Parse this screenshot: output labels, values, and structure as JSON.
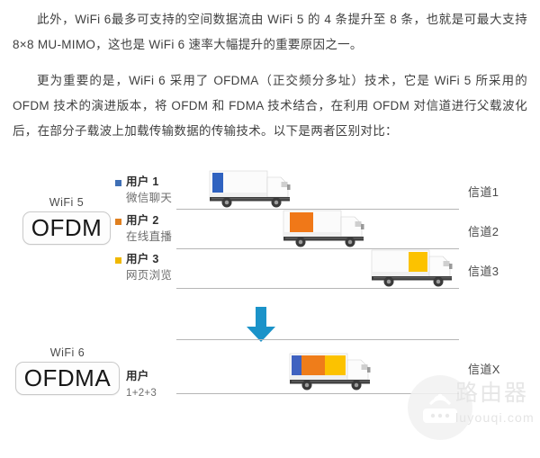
{
  "article": {
    "paragraphs": [
      "此外，WiFi 6最多可支持的空间数据流由 WiFi 5 的 4 条提升至 8 条，也就是可最大支持 8×8 MU-MIMO，这也是 WiFi 6 速率大幅提升的重要原因之一。",
      "更为重要的是，WiFi 6 采用了 OFDMA（正交频分多址）技术，它是 WiFi 5 所采用的 OFDM 技术的演进版本，将 OFDM 和 FDMA 技术结合，在利用 OFDM 对信道进行父载波化后，在部分子载波上加载传输数据的传输技术。以下是两者区别对比："
    ]
  },
  "figure": {
    "wifi5": {
      "caption": "WiFi 5",
      "badge": "OFDM",
      "legend": [
        {
          "color": "#3f6fb5",
          "title": "用户 1",
          "sub": "微信聊天"
        },
        {
          "color": "#e08020",
          "title": "用户 2",
          "sub": "在线直播"
        },
        {
          "color": "#f0b800",
          "title": "用户 3",
          "sub": "网页浏览"
        }
      ],
      "channels": [
        {
          "label": "信道1",
          "cargo": [
            "#2f62c0"
          ]
        },
        {
          "label": "信道2",
          "cargo": [
            "#f07818"
          ]
        },
        {
          "label": "信道3",
          "cargo": [
            "#fcc200"
          ]
        }
      ]
    },
    "arrow": {
      "name": "down-arrow",
      "color": "#1b93c9"
    },
    "wifi6": {
      "caption": "WiFi 6",
      "badge": "OFDMA",
      "legend": [
        {
          "title": "用户",
          "sub": "1+2+3"
        }
      ],
      "channels": [
        {
          "label": "信道X",
          "cargo": [
            "#3f62c0",
            "#ef7d1a",
            "#fcc200"
          ]
        }
      ]
    }
  },
  "watermark": {
    "icon": "router-icon",
    "title": "路由器",
    "domain": "luyouqi.com"
  }
}
